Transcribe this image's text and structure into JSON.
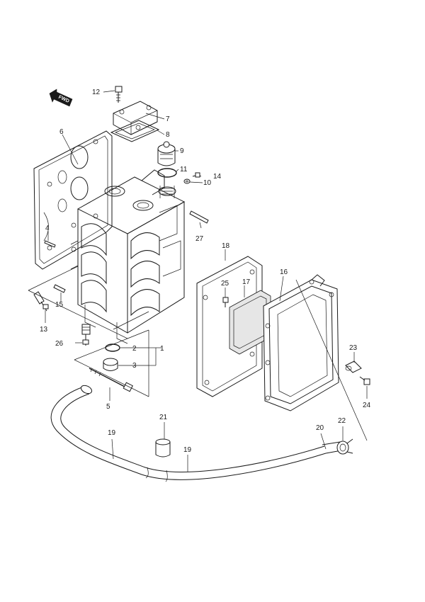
{
  "fwd_label": "FWD",
  "callouts": [
    {
      "id": "c1",
      "label": "1"
    },
    {
      "id": "c2",
      "label": "2"
    },
    {
      "id": "c3",
      "label": "3"
    },
    {
      "id": "c4",
      "label": "4"
    },
    {
      "id": "c5",
      "label": "5"
    },
    {
      "id": "c6",
      "label": "6"
    },
    {
      "id": "c7",
      "label": "7"
    },
    {
      "id": "c8",
      "label": "8"
    },
    {
      "id": "c9",
      "label": "9"
    },
    {
      "id": "c10",
      "label": "10"
    },
    {
      "id": "c11",
      "label": "11"
    },
    {
      "id": "c12",
      "label": "12"
    },
    {
      "id": "c13",
      "label": "13"
    },
    {
      "id": "c14",
      "label": "14"
    },
    {
      "id": "c15",
      "label": "15"
    },
    {
      "id": "c16",
      "label": "16"
    },
    {
      "id": "c17",
      "label": "17"
    },
    {
      "id": "c18",
      "label": "18"
    },
    {
      "id": "c19a",
      "label": "19"
    },
    {
      "id": "c19b",
      "label": "19"
    },
    {
      "id": "c20",
      "label": "20"
    },
    {
      "id": "c21",
      "label": "21"
    },
    {
      "id": "c22",
      "label": "22"
    },
    {
      "id": "c23",
      "label": "23"
    },
    {
      "id": "c24",
      "label": "24"
    },
    {
      "id": "c25",
      "label": "25"
    },
    {
      "id": "c26",
      "label": "26"
    },
    {
      "id": "c27",
      "label": "27"
    }
  ]
}
